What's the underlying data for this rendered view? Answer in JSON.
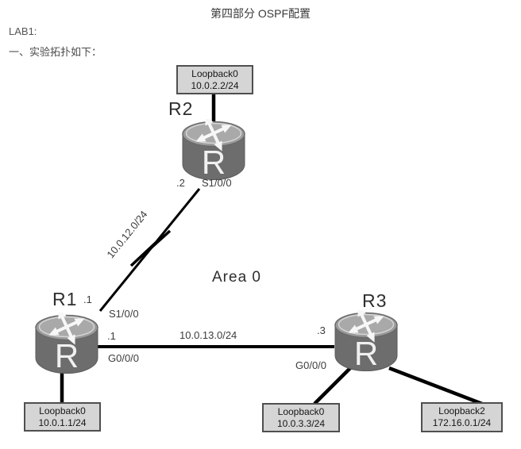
{
  "header": {
    "title": "第四部分 OSPF配置",
    "lab": "LAB1:",
    "intro": "一、实验拓扑如下："
  },
  "topology": {
    "area": "Area 0",
    "routers": {
      "r1": {
        "label": "R1"
      },
      "r2": {
        "label": "R2"
      },
      "r3": {
        "label": "R3"
      }
    },
    "links": {
      "r1_r2": {
        "type": "serial",
        "network": "10.0.12.0/24",
        "r2_end": {
          "ip": ".2",
          "iface": "S1/0/0"
        },
        "r1_end": {
          "ip": ".1",
          "iface": "S1/0/0"
        }
      },
      "r1_r3": {
        "type": "ethernet",
        "network": "10.0.13.0/24",
        "r1_end": {
          "ip": ".1",
          "iface": "G0/0/0"
        },
        "r3_end": {
          "ip": ".3",
          "iface": "G0/0/0"
        }
      }
    },
    "loopbacks": {
      "r2_loopback0": {
        "label": "Loopback0",
        "ip": "10.0.2.2/24"
      },
      "r1_loopback0": {
        "label": "Loopback0",
        "ip": "10.0.1.1/24"
      },
      "r3_loopback0": {
        "label": "Loopback0",
        "ip": "10.0.3.3/24"
      },
      "r3_loopback2": {
        "label": "Loopback2",
        "ip": "172.16.0.1/24"
      }
    }
  },
  "icons": {
    "router": "router-cylinder-icon",
    "serial_bolt": "lightning-bolt-icon",
    "router_glyph": "R"
  },
  "colors": {
    "router_body": "#6d6d6d",
    "router_top": "#9c9c9c",
    "loopback_fill": "#d5d5d5",
    "loopback_border": "#4f4f4f",
    "line": "#000000",
    "text": "#333333"
  }
}
